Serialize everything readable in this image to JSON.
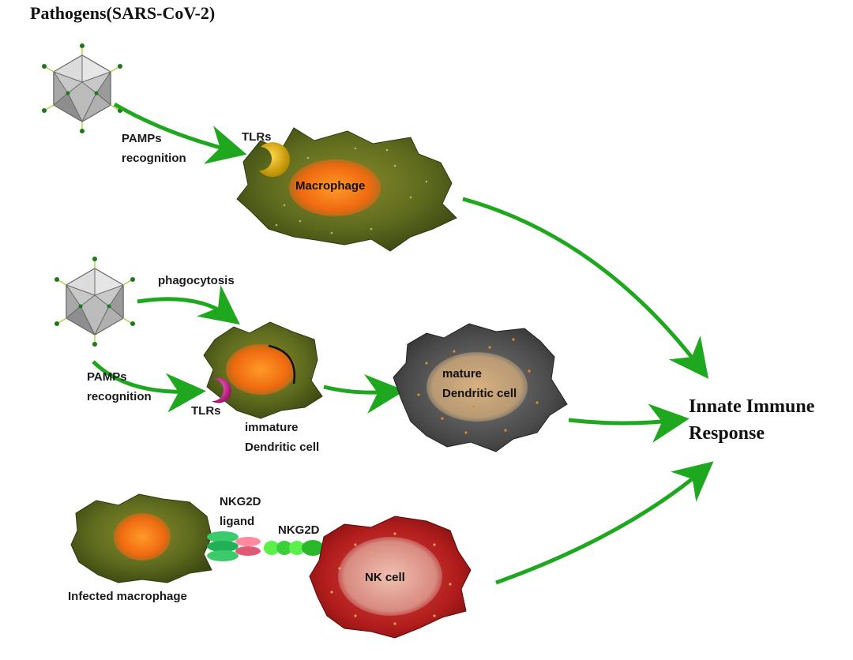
{
  "title": "Pathogens(SARS-CoV-2)",
  "labels": {
    "pamps_recognition_top_line1": "PAMPs",
    "pamps_recognition_top_line2": "recognition",
    "tlrs_top": "TLRs",
    "macrophage": "Macrophage",
    "phagocytosis": "phagocytosis",
    "pamps_recognition_mid_line1": "PAMPs",
    "pamps_recognition_mid_line2": "recognition",
    "tlrs_mid": "TLRs",
    "immature_dc_line1": "immature",
    "immature_dc_line2": "Dendritic cell",
    "mature_dc_line1": "mature",
    "mature_dc_line2": "Dendritic cell",
    "nkg2d_ligand_line1": "NKG2D",
    "nkg2d_ligand_line2": "ligand",
    "nkg2d": "NKG2D",
    "nk_cell": "NK cell",
    "infected_macrophage": "Infected macrophage"
  },
  "outcome": {
    "line1": "Innate Immune",
    "line2": "Response"
  },
  "colors": {
    "arrow": "#1fa81f",
    "macrophage_body": "#5b6a1c",
    "macrophage_nucleus": "#f07a14",
    "tlr_top": "#e0a800",
    "tlr_mid": "#d0208c",
    "mature_dc_body": "#555555",
    "nk_body": "#b41e1e",
    "virus": "#b8b8b8"
  }
}
